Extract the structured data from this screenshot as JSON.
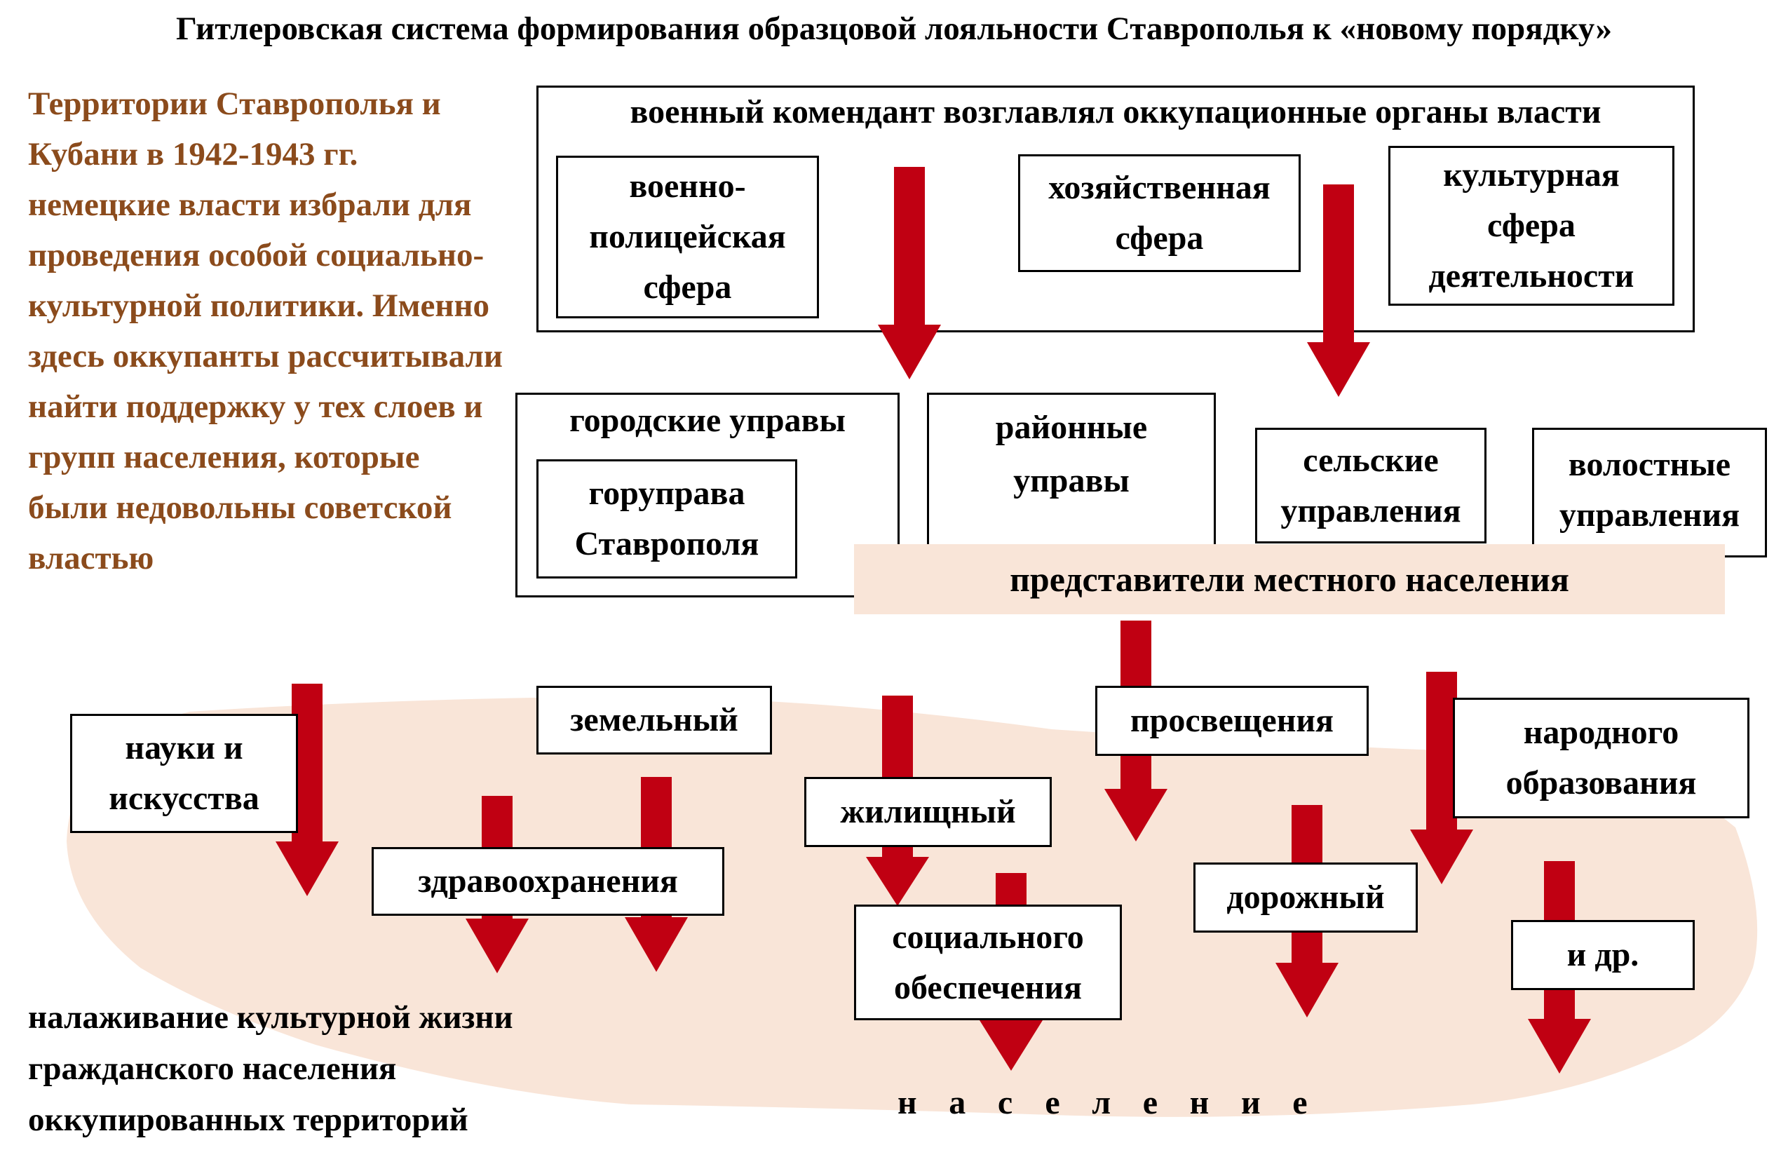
{
  "title": "Гитлеровская система формирования образцовой лояльности Ставрополья к «новому порядку»",
  "side_text": "Территории Ставрополья и Кубани в 1942-1943 гг. немецкие власти избрали для проведения особой социально-культурной политики. Именно здесь оккупанты рассчитывали найти поддержку у тех слоев и групп населения, которые были недовольны советской властью",
  "commandant": {
    "label": "военный комендант возглавлял оккупационные органы власти",
    "spheres": [
      "военно-полицейская сфера",
      "хозяйственная сфера",
      "культурная сфера деятельности"
    ]
  },
  "administrations": {
    "city": "городские управы",
    "city_sub": "горуправа Ставрополя",
    "district": "районные управы",
    "village": "сельские управления",
    "volost": "волостные управления"
  },
  "local_reps": "представители местного населения",
  "departments": [
    "науки и искусства",
    "земельный",
    "здравоохранения",
    "жилищный",
    "социального обеспечения",
    "просвещения",
    "дорожный",
    "народного образования",
    "и др."
  ],
  "bottom_note": "налаживание культурной жизни гражданского населения оккупированных территорий",
  "population": "население",
  "colors": {
    "arrow": "#c00012",
    "side_text": "#8b4b1c",
    "band": "#f9e5d8"
  }
}
